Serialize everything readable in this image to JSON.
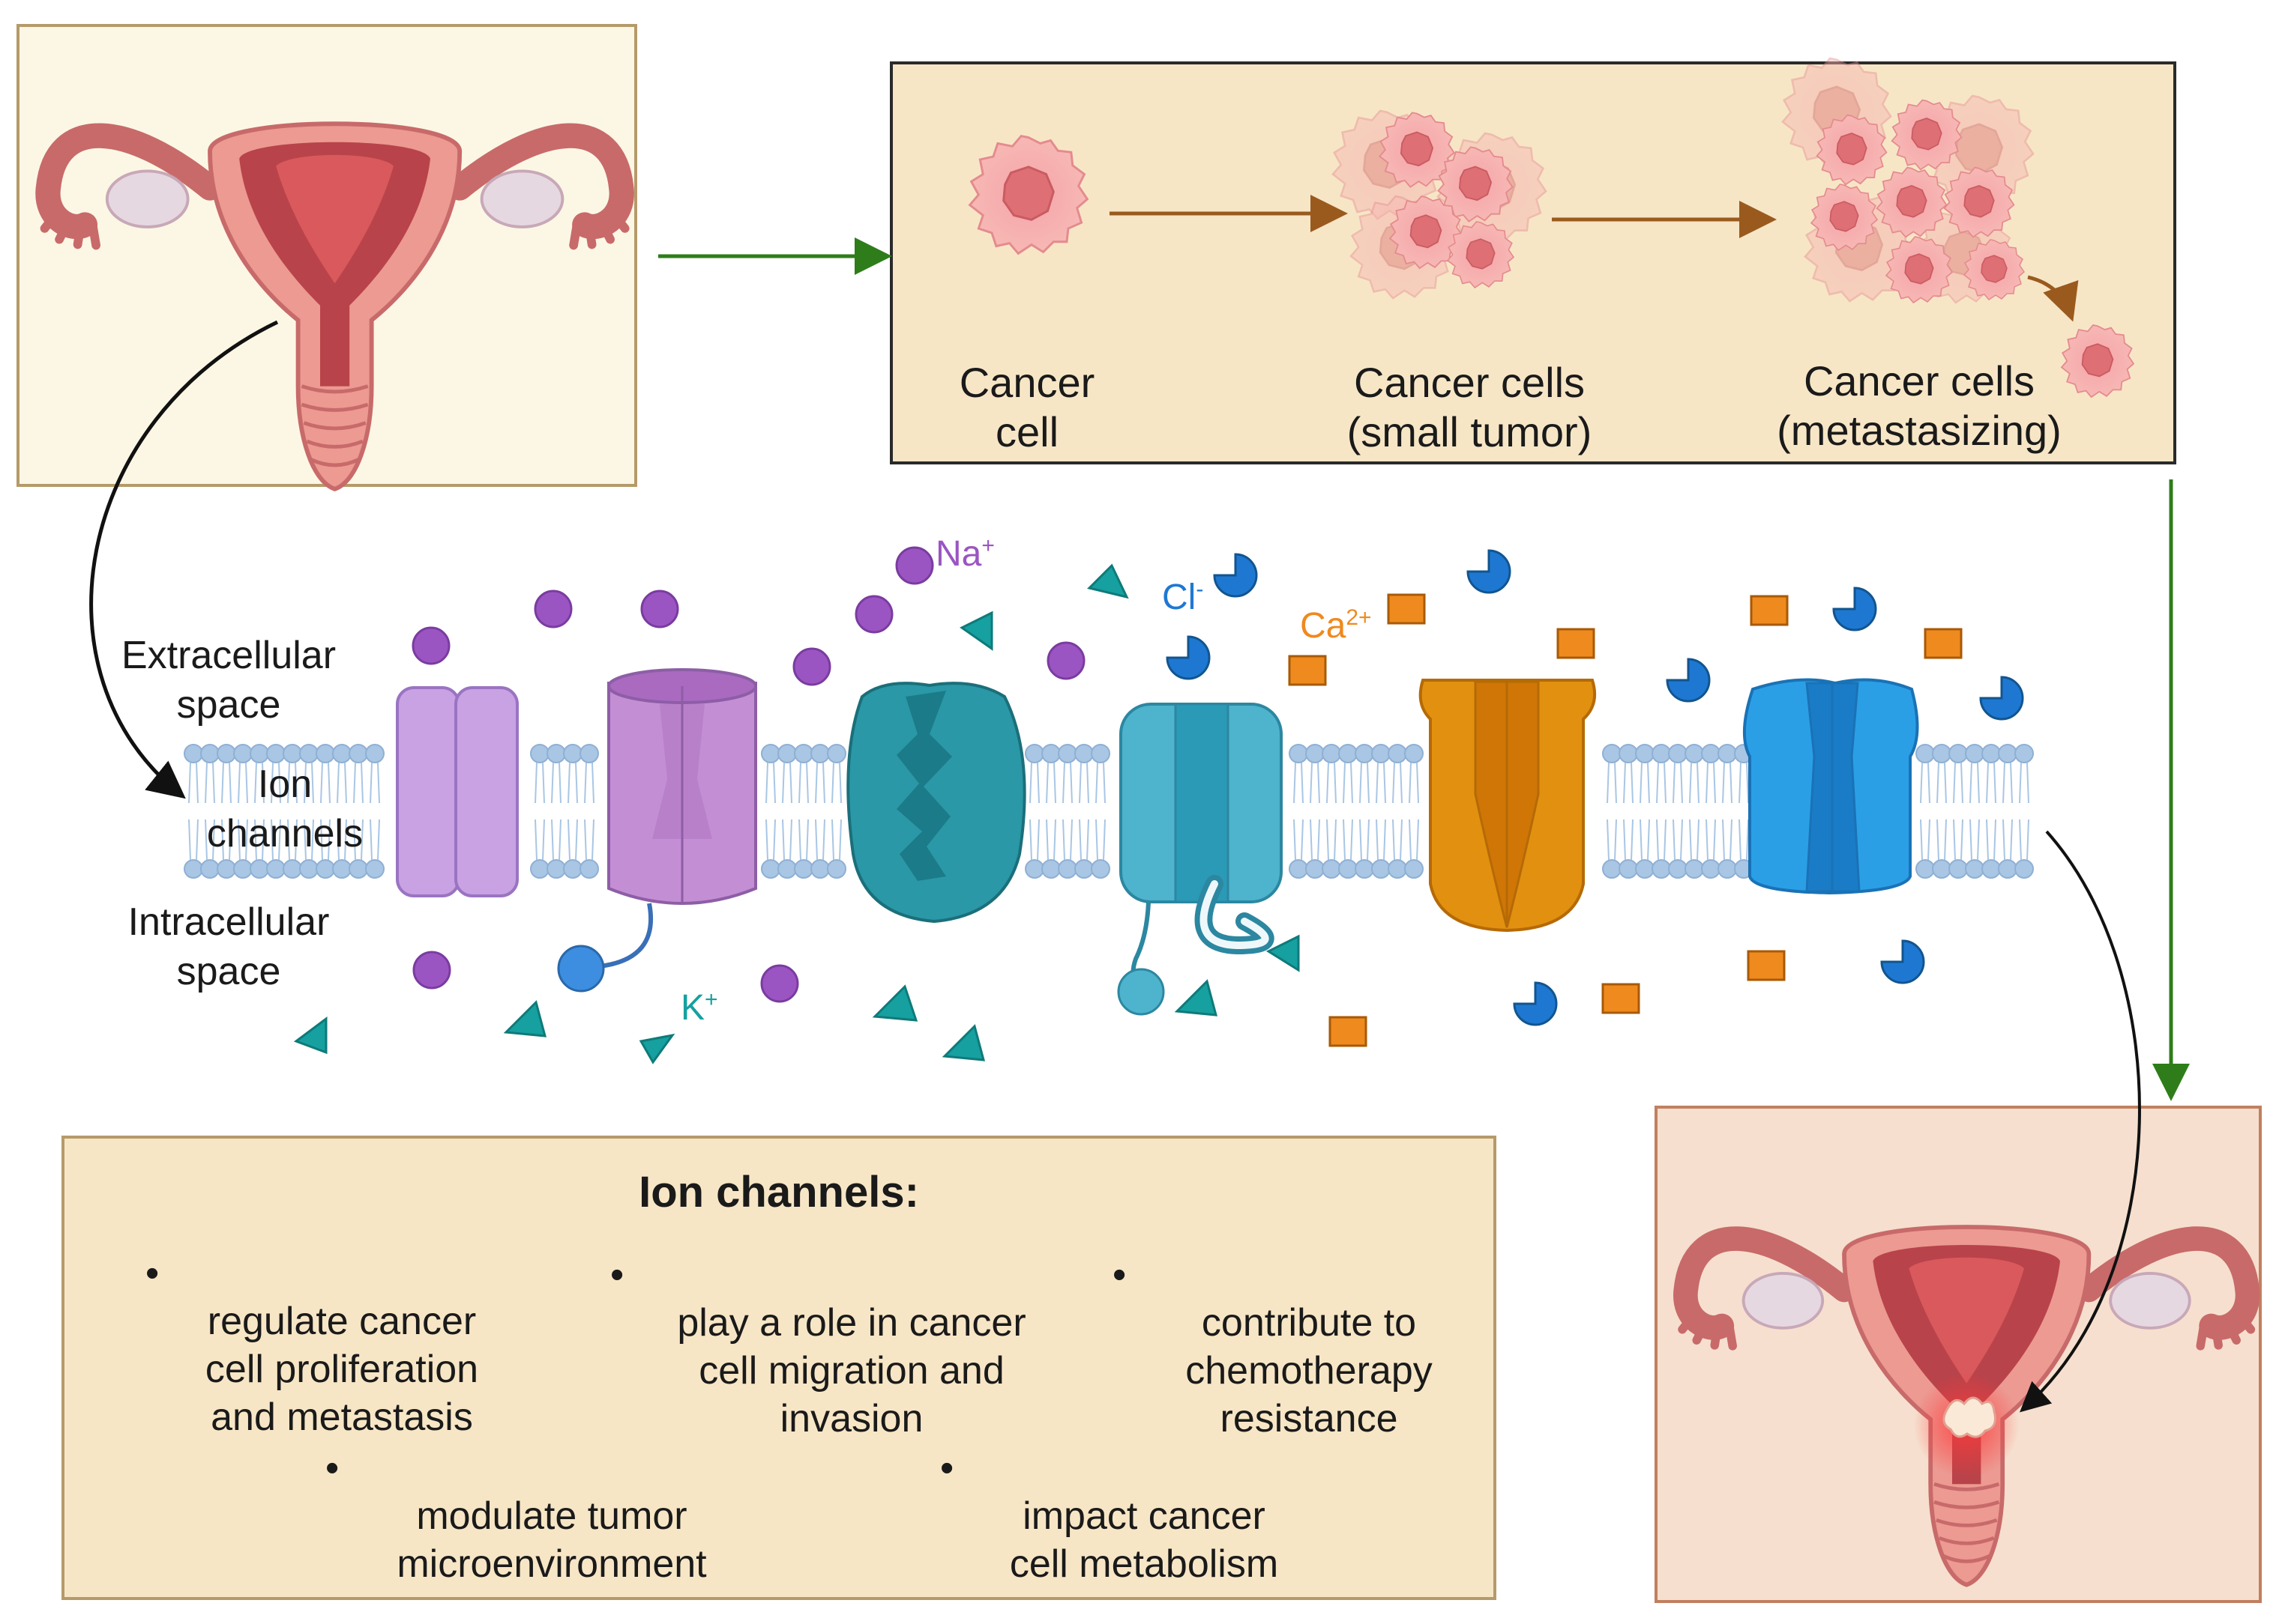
{
  "progression": {
    "stage1": "Cancer\ncell",
    "stage2": "Cancer cells\n(small tumor)",
    "stage3": "Cancer cells\n(metastasizing)"
  },
  "membrane": {
    "extracellular": "Extracellular\nspace",
    "ion_channels": "Ion\nchannels",
    "intracellular": "Intracellular\nspace"
  },
  "ions": {
    "sodium": {
      "symbol": "Na",
      "charge": "+",
      "color": "#9b55c2"
    },
    "chloride": {
      "symbol": "Cl",
      "charge": "-",
      "color": "#1e78d2"
    },
    "calcium": {
      "symbol": "Ca",
      "charge": "2+",
      "color": "#ef8a1e"
    },
    "potassium": {
      "symbol": "K",
      "charge": "+",
      "color": "#16a0a0"
    }
  },
  "summary": {
    "title": "Ion channels:",
    "bullets": [
      "regulate cancer\ncell proliferation\nand metastasis",
      "play a role in cancer\ncell migration and\ninvasion",
      "contribute to\nchemotherapy\nresistance",
      "modulate tumor\nmicroenvironment",
      "impact cancer\ncell metabolism"
    ]
  },
  "colors": {
    "arrow_green": "#2e7d1a",
    "arrow_brown": "#9a5a1e",
    "membrane": "#a9c6e4",
    "channel_purple": "#c39be0",
    "channel_teal": "#2a9aa8",
    "channel_orange": "#e08a1a",
    "channel_blue": "#2a8fd6"
  }
}
